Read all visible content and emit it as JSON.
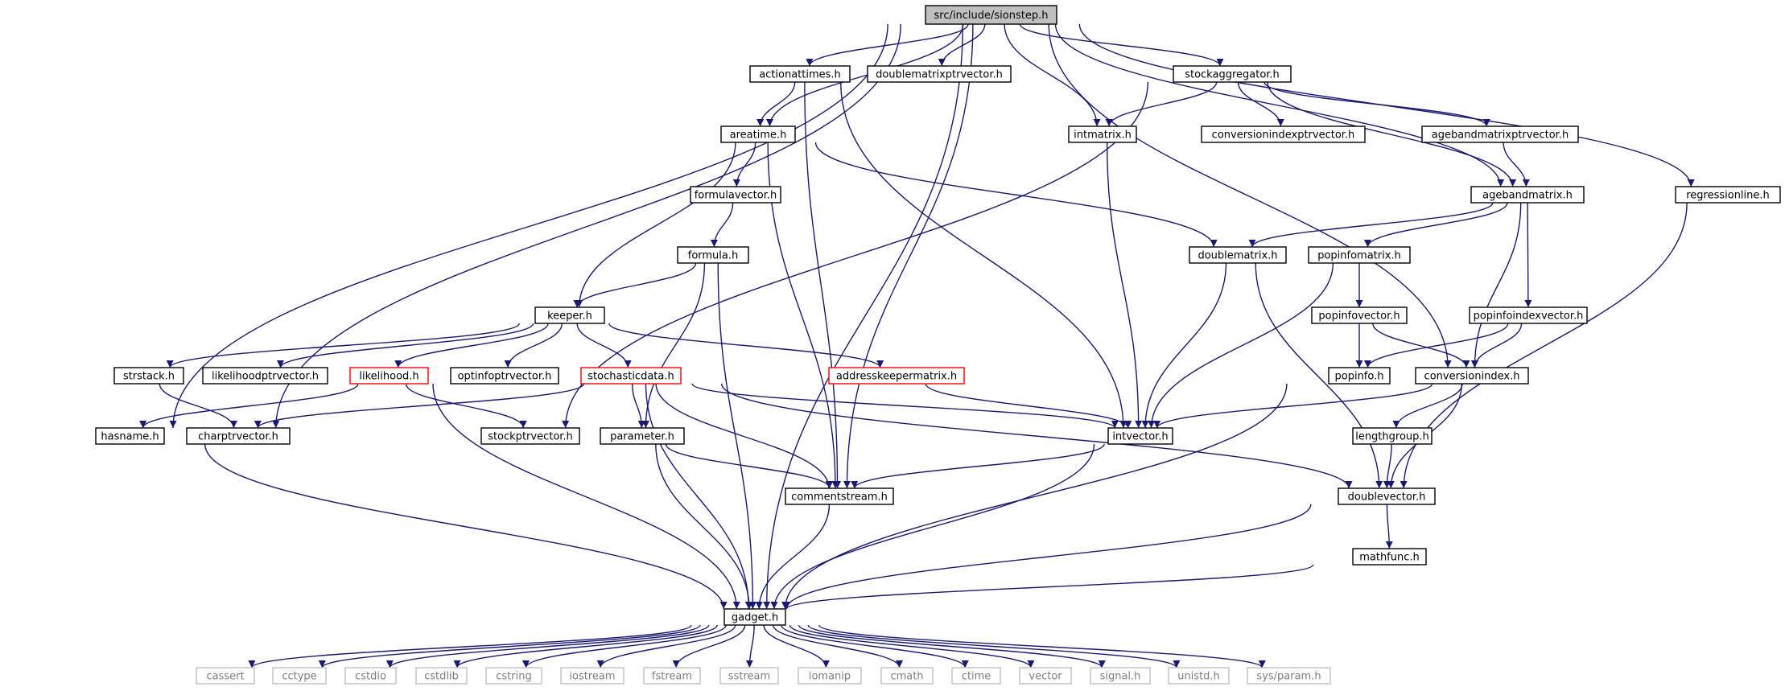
{
  "colors": {
    "edge": "#191970",
    "node_border": "#000000",
    "root_fill": "#bfbfbf",
    "truncated_border": "#ff0000",
    "system_border": "#bfbfbf",
    "system_text": "#7f7f7f"
  },
  "nodes": [
    {
      "id": "sionstep",
      "label": "src/include/sionstep.h",
      "kind": "root"
    },
    {
      "id": "actionattimes",
      "label": "actionattimes.h",
      "kind": "normal"
    },
    {
      "id": "doublematrixptrvector",
      "label": "doublematrixptrvector.h",
      "kind": "normal"
    },
    {
      "id": "stockaggregator",
      "label": "stockaggregator.h",
      "kind": "normal"
    },
    {
      "id": "areatime",
      "label": "areatime.h",
      "kind": "normal"
    },
    {
      "id": "intmatrix",
      "label": "intmatrix.h",
      "kind": "normal"
    },
    {
      "id": "conversionindexptrvector",
      "label": "conversionindexptrvector.h",
      "kind": "normal"
    },
    {
      "id": "agebandmatrixptrvector",
      "label": "agebandmatrixptrvector.h",
      "kind": "normal"
    },
    {
      "id": "formulavector",
      "label": "formulavector.h",
      "kind": "normal"
    },
    {
      "id": "agebandmatrix",
      "label": "agebandmatrix.h",
      "kind": "normal"
    },
    {
      "id": "regressionline",
      "label": "regressionline.h",
      "kind": "normal"
    },
    {
      "id": "formula",
      "label": "formula.h",
      "kind": "normal"
    },
    {
      "id": "doublematrix",
      "label": "doublematrix.h",
      "kind": "normal"
    },
    {
      "id": "popinfomatrix",
      "label": "popinfomatrix.h",
      "kind": "normal"
    },
    {
      "id": "keeper",
      "label": "keeper.h",
      "kind": "normal"
    },
    {
      "id": "popinfovector",
      "label": "popinfovector.h",
      "kind": "normal"
    },
    {
      "id": "popinfoindexvector",
      "label": "popinfoindexvector.h",
      "kind": "normal"
    },
    {
      "id": "strstack",
      "label": "strstack.h",
      "kind": "normal"
    },
    {
      "id": "likelihoodptrvector",
      "label": "likelihoodptrvector.h",
      "kind": "normal"
    },
    {
      "id": "likelihood",
      "label": "likelihood.h",
      "kind": "truncated"
    },
    {
      "id": "optinfoptrvector",
      "label": "optinfoptrvector.h",
      "kind": "normal"
    },
    {
      "id": "stochasticdata",
      "label": "stochasticdata.h",
      "kind": "truncated"
    },
    {
      "id": "addresskeepermatrix",
      "label": "addresskeepermatrix.h",
      "kind": "truncated"
    },
    {
      "id": "popinfo",
      "label": "popinfo.h",
      "kind": "normal"
    },
    {
      "id": "conversionindex",
      "label": "conversionindex.h",
      "kind": "normal"
    },
    {
      "id": "hasname",
      "label": "hasname.h",
      "kind": "normal"
    },
    {
      "id": "charptrvector",
      "label": "charptrvector.h",
      "kind": "normal"
    },
    {
      "id": "stockptrvector",
      "label": "stockptrvector.h",
      "kind": "normal"
    },
    {
      "id": "parameter",
      "label": "parameter.h",
      "kind": "normal"
    },
    {
      "id": "intvector",
      "label": "intvector.h",
      "kind": "normal"
    },
    {
      "id": "lengthgroup",
      "label": "lengthgroup.h",
      "kind": "normal"
    },
    {
      "id": "commentstream",
      "label": "commentstream.h",
      "kind": "normal"
    },
    {
      "id": "doublevector",
      "label": "doublevector.h",
      "kind": "normal"
    },
    {
      "id": "mathfunc",
      "label": "mathfunc.h",
      "kind": "normal"
    },
    {
      "id": "gadget",
      "label": "gadget.h",
      "kind": "normal"
    },
    {
      "id": "cassert",
      "label": "cassert",
      "kind": "system"
    },
    {
      "id": "cctype",
      "label": "cctype",
      "kind": "system"
    },
    {
      "id": "cstdio",
      "label": "cstdio",
      "kind": "system"
    },
    {
      "id": "cstdlib",
      "label": "cstdlib",
      "kind": "system"
    },
    {
      "id": "cstring",
      "label": "cstring",
      "kind": "system"
    },
    {
      "id": "iostream",
      "label": "iostream",
      "kind": "system"
    },
    {
      "id": "fstream",
      "label": "fstream",
      "kind": "system"
    },
    {
      "id": "sstream",
      "label": "sstream",
      "kind": "system"
    },
    {
      "id": "iomanip",
      "label": "iomanip",
      "kind": "system"
    },
    {
      "id": "cmath",
      "label": "cmath",
      "kind": "system"
    },
    {
      "id": "ctime",
      "label": "ctime",
      "kind": "system"
    },
    {
      "id": "vector",
      "label": "vector",
      "kind": "system"
    },
    {
      "id": "signal",
      "label": "signal.h",
      "kind": "system"
    },
    {
      "id": "unistd",
      "label": "unistd.h",
      "kind": "system"
    },
    {
      "id": "sysparam",
      "label": "sys/param.h",
      "kind": "system"
    }
  ],
  "edges": [
    [
      "sionstep",
      "actionattimes"
    ],
    [
      "sionstep",
      "doublematrixptrvector"
    ],
    [
      "sionstep",
      "stockaggregator"
    ],
    [
      "sionstep",
      "areatime"
    ],
    [
      "sionstep",
      "intmatrix"
    ],
    [
      "sionstep",
      "agebandmatrix"
    ],
    [
      "sionstep",
      "regressionline"
    ],
    [
      "sionstep",
      "conversionindex"
    ],
    [
      "sionstep",
      "commentstream"
    ],
    [
      "sionstep",
      "hasname"
    ],
    [
      "sionstep",
      "charptrvector"
    ],
    [
      "sionstep",
      "gadget"
    ],
    [
      "actionattimes",
      "areatime"
    ],
    [
      "actionattimes",
      "commentstream"
    ],
    [
      "actionattimes",
      "intvector"
    ],
    [
      "stockaggregator",
      "intmatrix"
    ],
    [
      "stockaggregator",
      "conversionindexptrvector"
    ],
    [
      "stockaggregator",
      "agebandmatrixptrvector"
    ],
    [
      "stockaggregator",
      "agebandmatrix"
    ],
    [
      "stockaggregator",
      "stockptrvector"
    ],
    [
      "areatime",
      "formulavector"
    ],
    [
      "areatime",
      "keeper"
    ],
    [
      "areatime",
      "doublematrix"
    ],
    [
      "areatime",
      "commentstream"
    ],
    [
      "intmatrix",
      "intvector"
    ],
    [
      "agebandmatrixptrvector",
      "agebandmatrix"
    ],
    [
      "formulavector",
      "formula"
    ],
    [
      "formula",
      "keeper"
    ],
    [
      "formula",
      "parameter"
    ],
    [
      "formula",
      "gadget"
    ],
    [
      "agebandmatrix",
      "doublematrix"
    ],
    [
      "agebandmatrix",
      "popinfomatrix"
    ],
    [
      "agebandmatrix",
      "popinfoindexvector"
    ],
    [
      "agebandmatrix",
      "conversionindex"
    ],
    [
      "regressionline",
      "doublevector"
    ],
    [
      "doublematrix",
      "intvector"
    ],
    [
      "doublematrix",
      "doublevector"
    ],
    [
      "popinfomatrix",
      "popinfovector"
    ],
    [
      "popinfomatrix",
      "intvector"
    ],
    [
      "keeper",
      "strstack"
    ],
    [
      "keeper",
      "likelihoodptrvector"
    ],
    [
      "keeper",
      "likelihood"
    ],
    [
      "keeper",
      "optinfoptrvector"
    ],
    [
      "keeper",
      "stochasticdata"
    ],
    [
      "keeper",
      "addresskeepermatrix"
    ],
    [
      "popinfovector",
      "popinfo"
    ],
    [
      "popinfovector",
      "conversionindex"
    ],
    [
      "popinfoindexvector",
      "popinfo"
    ],
    [
      "popinfoindexvector",
      "conversionindex"
    ],
    [
      "strstack",
      "charptrvector"
    ],
    [
      "likelihood",
      "hasname"
    ],
    [
      "likelihood",
      "stockptrvector"
    ],
    [
      "likelihood",
      "gadget"
    ],
    [
      "stochasticdata",
      "charptrvector"
    ],
    [
      "stochasticdata",
      "parameter"
    ],
    [
      "stochasticdata",
      "intvector"
    ],
    [
      "stochasticdata",
      "commentstream"
    ],
    [
      "stochasticdata",
      "doublevector"
    ],
    [
      "stochasticdata",
      "gadget"
    ],
    [
      "addresskeepermatrix",
      "intvector"
    ],
    [
      "popinfo",
      "gadget"
    ],
    [
      "conversionindex",
      "intvector"
    ],
    [
      "conversionindex",
      "lengthgroup"
    ],
    [
      "conversionindex",
      "doublevector"
    ],
    [
      "hasname",
      "gadget"
    ],
    [
      "parameter",
      "commentstream"
    ],
    [
      "parameter",
      "gadget"
    ],
    [
      "intvector",
      "commentstream"
    ],
    [
      "intvector",
      "gadget"
    ],
    [
      "lengthgroup",
      "doublevector"
    ],
    [
      "commentstream",
      "gadget"
    ],
    [
      "doublevector",
      "mathfunc"
    ],
    [
      "doublevector",
      "gadget"
    ],
    [
      "mathfunc",
      "gadget"
    ],
    [
      "gadget",
      "cassert"
    ],
    [
      "gadget",
      "cctype"
    ],
    [
      "gadget",
      "cstdio"
    ],
    [
      "gadget",
      "cstdlib"
    ],
    [
      "gadget",
      "cstring"
    ],
    [
      "gadget",
      "iostream"
    ],
    [
      "gadget",
      "fstream"
    ],
    [
      "gadget",
      "sstream"
    ],
    [
      "gadget",
      "iomanip"
    ],
    [
      "gadget",
      "cmath"
    ],
    [
      "gadget",
      "ctime"
    ],
    [
      "gadget",
      "vector"
    ],
    [
      "gadget",
      "signal"
    ],
    [
      "gadget",
      "unistd"
    ],
    [
      "gadget",
      "sysparam"
    ]
  ]
}
